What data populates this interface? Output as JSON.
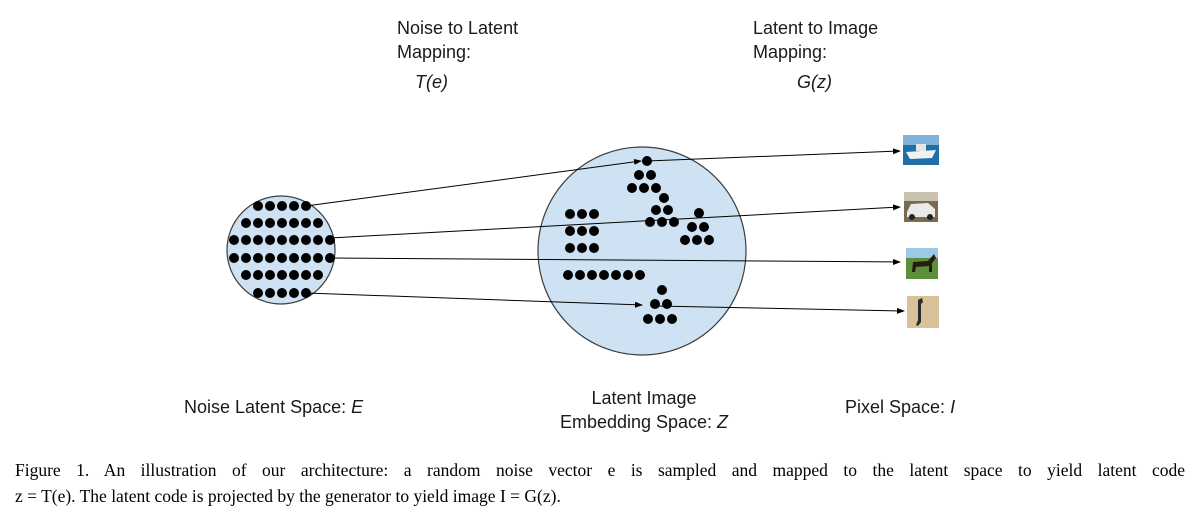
{
  "headings": {
    "noise_to_latent": {
      "line1": "Noise to Latent",
      "line2": "Mapping:",
      "fn": "T(e)"
    },
    "latent_to_image": {
      "line1": "Latent to Image",
      "line2": "Mapping:",
      "fn": "G(z)"
    }
  },
  "spaces": {
    "noise": {
      "text": "Noise Latent Space: ",
      "symbol": "E"
    },
    "latent": {
      "line1": "Latent Image",
      "line2": "Embedding Space: ",
      "symbol": "Z"
    },
    "pixel": {
      "text": "Pixel Space: ",
      "symbol": "I"
    }
  },
  "thumbnails": [
    "boat",
    "car",
    "horse",
    "ostrich"
  ],
  "caption": {
    "line1": "Figure 1. An illustration of our architecture: a random noise vector e is sampled and mapped to the latent space to yield latent code",
    "line2": "z = T(e). The latent code is projected by the generator to yield image I = G(z)."
  },
  "colors": {
    "circle_fill": "#cfe2f3",
    "circle_stroke": "#3c3c3c",
    "dot": "#000000"
  }
}
